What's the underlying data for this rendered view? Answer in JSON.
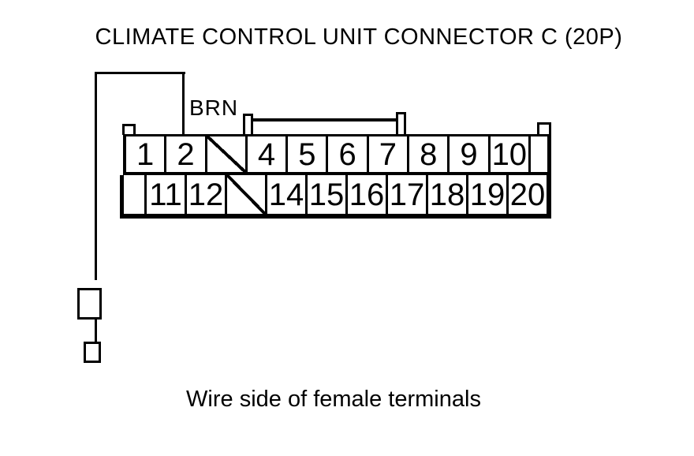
{
  "title": "CLIMATE CONTROL UNIT CONNECTOR C (20P)",
  "caption": "Wire side of female terminals",
  "wire": {
    "label": "BRN",
    "connected_pin": "2"
  },
  "connector": {
    "top_cells": [
      "1",
      "2",
      "",
      "4",
      "5",
      "6",
      "7",
      "8",
      "9",
      "10",
      ""
    ],
    "bottom_cells": [
      "",
      "11",
      "12",
      "",
      "14",
      "15",
      "16",
      "17",
      "18",
      "19",
      "20"
    ]
  },
  "colors": {
    "ink": "#000000",
    "paper": "#ffffff"
  }
}
